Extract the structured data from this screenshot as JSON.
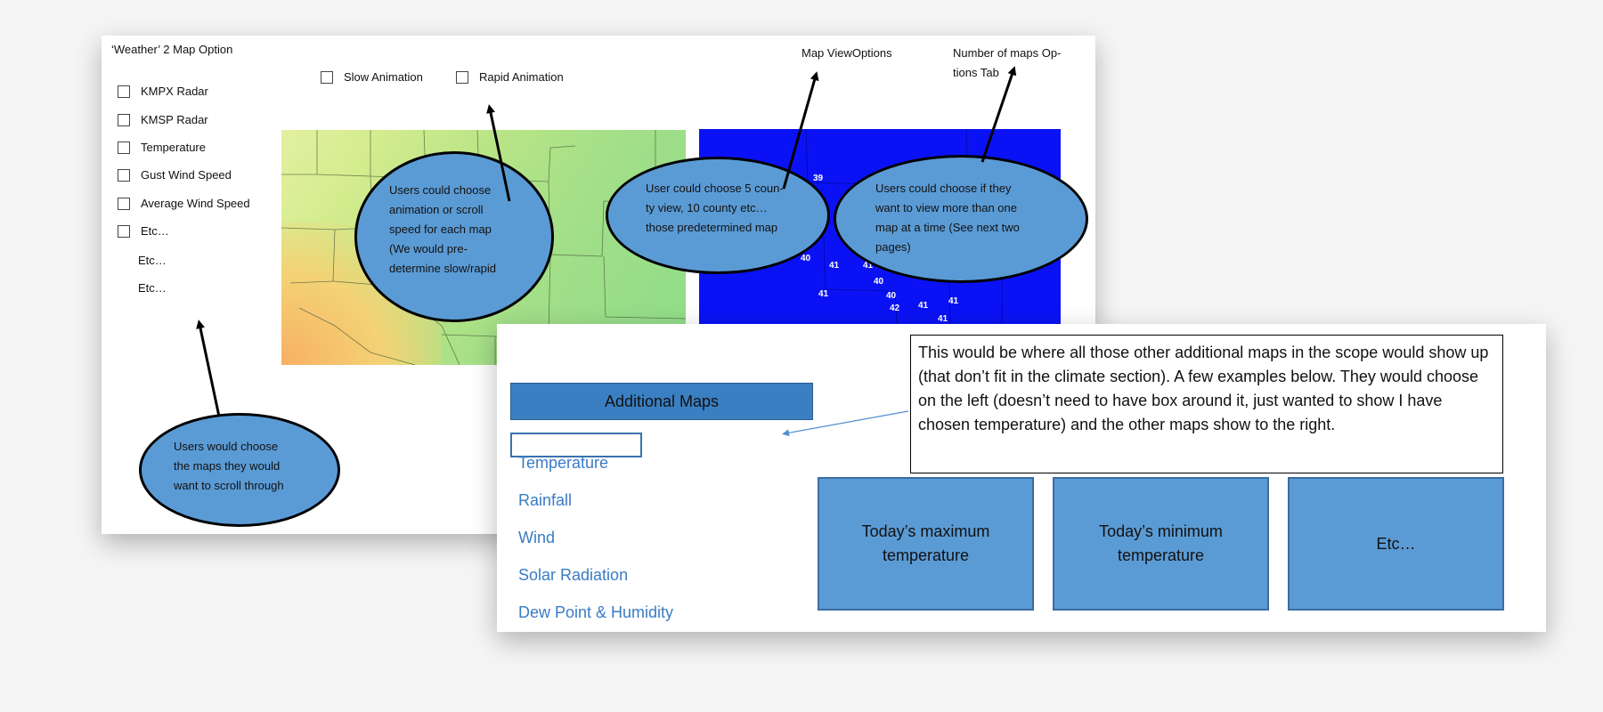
{
  "slide1": {
    "title": "‘Weather’ 2 Map Option",
    "animation": {
      "slow_label": "Slow Animation",
      "rapid_label": "Rapid Animation"
    },
    "map_view_options": "Map ViewOptions",
    "number_of_maps_line1": "Number of maps Op-",
    "number_of_maps_line2": "tions Tab",
    "map_layers": [
      {
        "label": "KMPX Radar"
      },
      {
        "label": "KMSP Radar"
      },
      {
        "label": "Temperature"
      },
      {
        "label": "Gust Wind Speed"
      },
      {
        "label": "Average Wind Speed"
      },
      {
        "label": "Etc…"
      }
    ],
    "extra_etc": [
      "Etc…",
      "Etc…"
    ],
    "blue_map_values": [
      "39",
      "40",
      "41",
      "41",
      "40",
      "40",
      "41",
      "42",
      "41",
      "41",
      "41"
    ],
    "callouts": {
      "animation": [
        "Users could choose",
        "animation or scroll",
        "speed for each map",
        "(We would pre-",
        "determine slow/rapid"
      ],
      "county": [
        "User could choose 5 coun-",
        "ty view, 10 county etc…",
        "those predetermined map"
      ],
      "multi": [
        "Users could choose if they",
        "want to view more than one",
        "map at a time (See next two",
        "pages)"
      ],
      "scroll": [
        "Users would choose",
        "the maps they would",
        "want to scroll through"
      ]
    }
  },
  "slide2": {
    "button_label": "Additional Maps",
    "note": "This would be where all those other additional maps in the scope would show up (that don’t fit in the climate section). A few examples below. They would choose on the left (doesn’t need to have box around it, just wanted to show I have chosen temperature) and the other maps show to the right.",
    "map_links": [
      "Temperature",
      "Rainfall",
      "Wind",
      "Solar Radiation",
      "Dew Point & Humidity"
    ],
    "tiles": [
      {
        "line1": "Today’s maximum",
        "line2": "temperature"
      },
      {
        "line1": "Today’s minimum",
        "line2": "temperature"
      },
      {
        "line1": "Etc…",
        "line2": ""
      }
    ]
  },
  "colors": {
    "bubble": "#5b9bd5",
    "button": "#3a7fc2",
    "link": "#3a7bc4",
    "blue_map": "#0a12f5"
  }
}
